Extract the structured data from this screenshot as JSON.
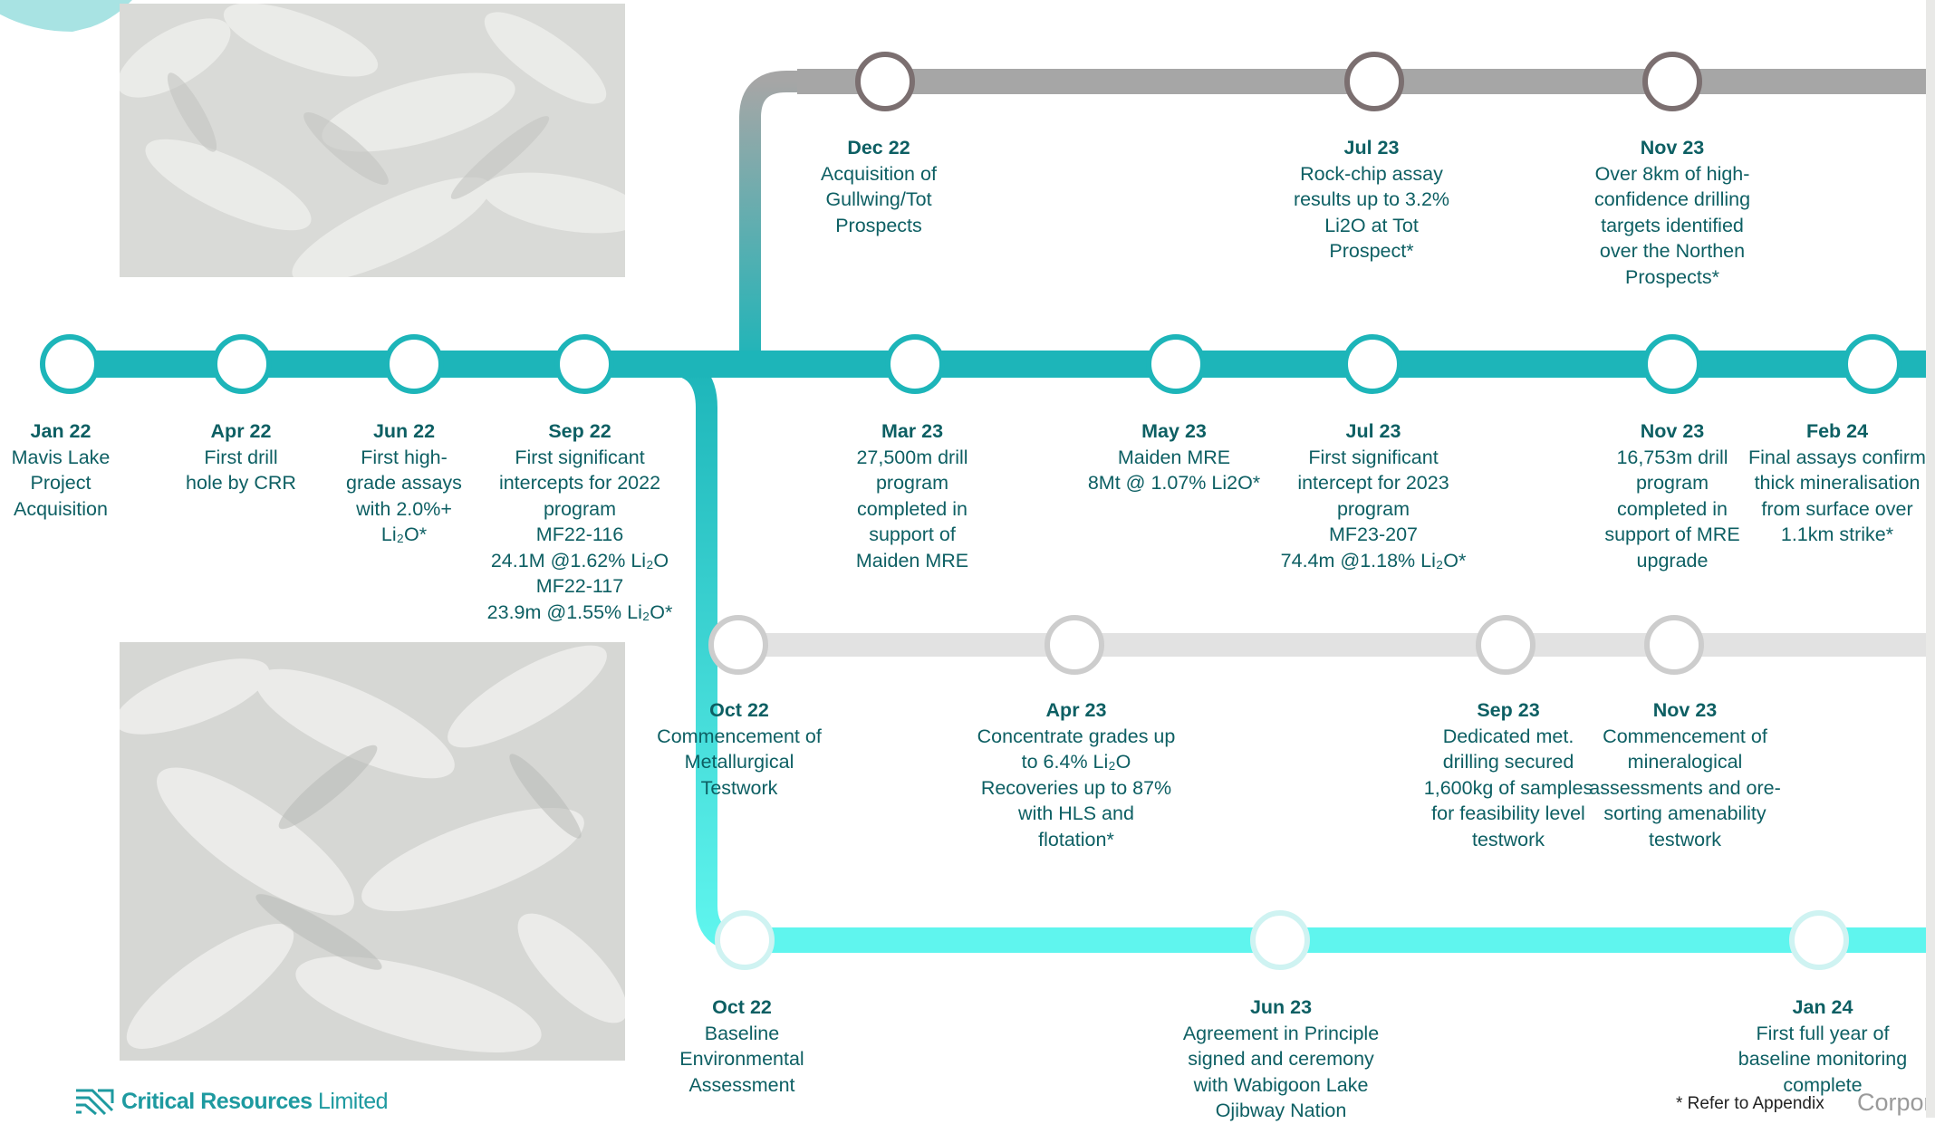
{
  "brand": {
    "name_bold": "Critical Resources",
    "name_light": "Limited",
    "accent": "#1db5b9",
    "text_color": "#0d5f63"
  },
  "footer": {
    "note": "* Refer to Appendix",
    "cut_text": "Corpor"
  },
  "lines": [
    {
      "id": "exploration",
      "color": "#a6a6a6",
      "node_border": "#7b6f70"
    },
    {
      "id": "main",
      "color": "#1db5b9",
      "node_border": "#1db5b9"
    },
    {
      "id": "metallurgy",
      "color": "#e2e2e2",
      "node_border": "#cdcdcd"
    },
    {
      "id": "environment",
      "color": "#5ff5ee",
      "node_border": "#cff3f2"
    }
  ],
  "milestones": {
    "main": [
      {
        "date": "Jan 22",
        "lines": [
          "Mavis Lake",
          "Project",
          "Acquisition"
        ]
      },
      {
        "date": "Apr 22",
        "lines": [
          "First drill",
          "hole by CRR"
        ]
      },
      {
        "date": "Jun 22",
        "lines": [
          "First high-",
          "grade assays",
          "with 2.0%+",
          "Li₂O*"
        ]
      },
      {
        "date": "Sep 22",
        "lines": [
          "First significant",
          "intercepts for 2022",
          "program",
          "MF22-116",
          "24.1M @1.62% Li₂O",
          "MF22-117",
          "23.9m @1.55% Li₂O*"
        ]
      },
      {
        "date": "Mar 23",
        "lines": [
          "27,500m drill",
          "program",
          "completed in",
          "support of",
          "Maiden MRE"
        ]
      },
      {
        "date": "May 23",
        "lines": [
          "Maiden MRE",
          "8Mt @ 1.07% Li2O*"
        ]
      },
      {
        "date": "Jul 23",
        "lines": [
          "First significant",
          "intercept for 2023",
          "program",
          "MF23-207",
          "74.4m @1.18% Li₂O*"
        ]
      },
      {
        "date": "Nov 23",
        "lines": [
          "16,753m drill",
          "program",
          "completed in",
          "support of MRE",
          "upgrade"
        ]
      },
      {
        "date": "Feb 24",
        "lines": [
          "Final assays confirm",
          "thick mineralisation",
          "from surface over",
          "1.1km strike*"
        ]
      }
    ],
    "exploration": [
      {
        "date": "Dec 22",
        "lines": [
          "Acquisition of",
          "Gullwing/Tot",
          "Prospects"
        ]
      },
      {
        "date": "Jul 23",
        "lines": [
          "Rock-chip assay",
          "results up to 3.2%",
          "Li2O at Tot",
          "Prospect*"
        ]
      },
      {
        "date": "Nov 23",
        "lines": [
          "Over 8km of high-",
          "confidence drilling",
          "targets identified",
          "over the  Northen",
          "Prospects*"
        ]
      }
    ],
    "metallurgy": [
      {
        "date": "Oct 22",
        "lines": [
          "Commencement of",
          "Metallurgical",
          "Testwork"
        ]
      },
      {
        "date": "Apr 23",
        "lines": [
          "Concentrate grades up",
          "to 6.4% Li₂O",
          "Recoveries up to 87%",
          "with HLS and",
          "flotation*"
        ]
      },
      {
        "date": "Sep 23",
        "lines": [
          "Dedicated met.",
          "drilling secured",
          "1,600kg of samples",
          "for feasibility level",
          "testwork"
        ]
      },
      {
        "date": "Nov 23",
        "lines": [
          "Commencement of",
          "mineralogical",
          "assessments and ore-",
          "sorting amenability",
          "testwork"
        ]
      }
    ],
    "environment": [
      {
        "date": "Oct 22",
        "lines": [
          "Baseline",
          "Environmental",
          "Assessment"
        ]
      },
      {
        "date": "Jun 23",
        "lines": [
          "Agreement in Principle",
          "signed and ceremony",
          "with Wabigoon Lake",
          "Ojibway Nation"
        ]
      },
      {
        "date": "Jan 24",
        "lines": [
          "First full year of",
          "baseline monitoring",
          "complete"
        ]
      }
    ]
  }
}
